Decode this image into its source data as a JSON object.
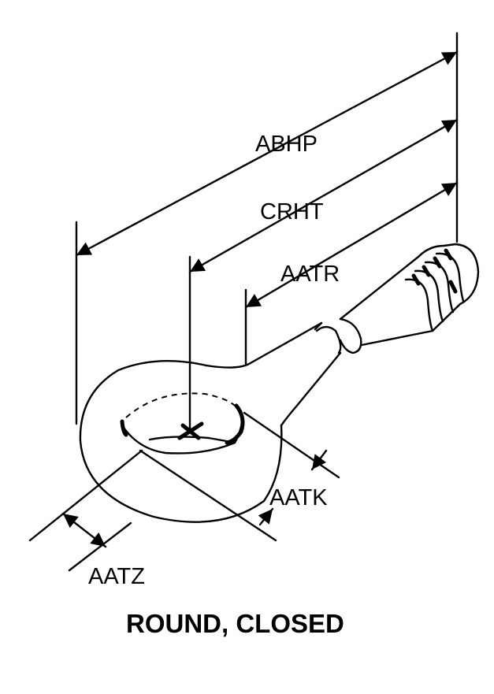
{
  "diagram": {
    "caption": "ROUND, CLOSED",
    "dimensions": {
      "abhp": "ABHP",
      "crht": "CRHT",
      "aatr": "AATR",
      "aatk": "AATK",
      "aatz": "AATZ"
    }
  }
}
